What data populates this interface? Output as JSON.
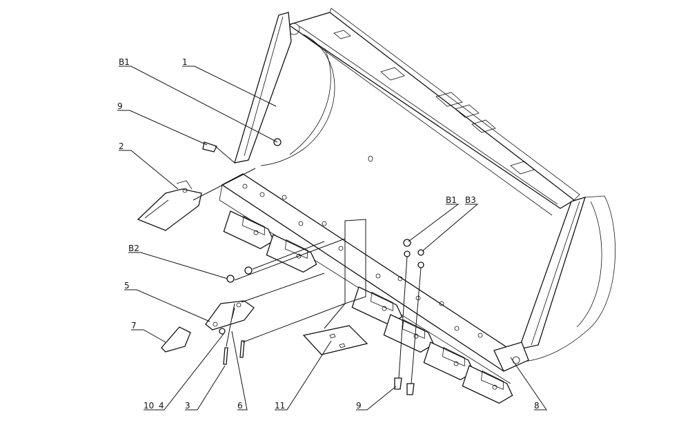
{
  "callouts": [
    {
      "id": "B1_top",
      "text": "B1"
    },
    {
      "id": "1",
      "text": "1"
    },
    {
      "id": "9_top",
      "text": "9"
    },
    {
      "id": "2",
      "text": "2"
    },
    {
      "id": "B2",
      "text": "B2"
    },
    {
      "id": "5",
      "text": "5"
    },
    {
      "id": "7",
      "text": "7"
    },
    {
      "id": "10",
      "text": "10"
    },
    {
      "id": "4",
      "text": "4"
    },
    {
      "id": "3",
      "text": "3"
    },
    {
      "id": "6",
      "text": "6"
    },
    {
      "id": "11",
      "text": "11"
    },
    {
      "id": "9_bottom",
      "text": "9"
    },
    {
      "id": "8",
      "text": "8"
    },
    {
      "id": "B1_right",
      "text": "B1"
    },
    {
      "id": "B3",
      "text": "B3"
    }
  ]
}
